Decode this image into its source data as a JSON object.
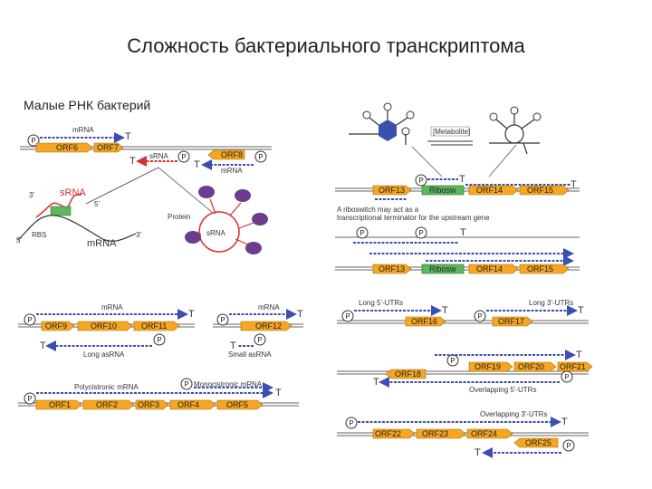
{
  "page": {
    "title": "Сложность бактериального транскриптома",
    "subtitle": "Малые РНК бактерий"
  },
  "labels": {
    "mrna": "mRNA",
    "srna": "sRNA",
    "srna_big": "sRNA",
    "mrna_big": "mRNA",
    "rbs": "RBS",
    "protein": "Protein",
    "srna_protein": "sRNA",
    "three_prime": "3'",
    "five_prime": "5'",
    "metabolite": "[Metabolite]",
    "riboswitch_note_1": "A riboswitch may act as a",
    "riboswitch_note_2": "transcriptional terminator for the upstream gene",
    "long_asrna": "Long asRNA",
    "small_asrna": "Small asRNA",
    "polycistronic": "Polycistronic mRNA",
    "monocistronic": "Monocistronic mRNA",
    "long5utr": "Long 5'-UTRs",
    "long3utr": "Long 3'-UTRs",
    "overlap5utr": "Overlapping 5'-UTRs",
    "overlap3utr": "Overlapping 3'-UTRs",
    "promoter": "P",
    "terminator": "T"
  },
  "orfs": {
    "orf6": "ORF6",
    "orf7": "ORF7",
    "orf8": "ORF8",
    "orf9": "ORF9",
    "orf10": "ORF10",
    "orf11": "ORF11",
    "orf12": "ORF12",
    "orf1": "ORF1",
    "orf2": "ORF2",
    "orf3": "ORF3",
    "orf4": "ORF4",
    "orf5": "ORF5",
    "orf13a": "ORF13",
    "ribosw_a": "Ribosw",
    "orf14a": "ORF14",
    "orf15a": "ORF15",
    "orf13b": "ORF13",
    "ribosw_b": "Ribosw",
    "orf14b": "ORF14",
    "orf15b": "ORF15",
    "orf16": "ORF16",
    "orf17": "ORF17",
    "orf18": "ORF18",
    "orf19": "ORF19",
    "orf20": "ORF20",
    "orf21": "ORF21",
    "orf22": "ORF22",
    "orf23": "ORF23",
    "orf24": "ORF24",
    "orf25": "ORF25"
  },
  "colors": {
    "orf": "#f5a623",
    "riboswitch": "#5cb85c",
    "transcript": "#3b4fb0",
    "srna": "#d93030",
    "protein": "#6a3d8f"
  }
}
